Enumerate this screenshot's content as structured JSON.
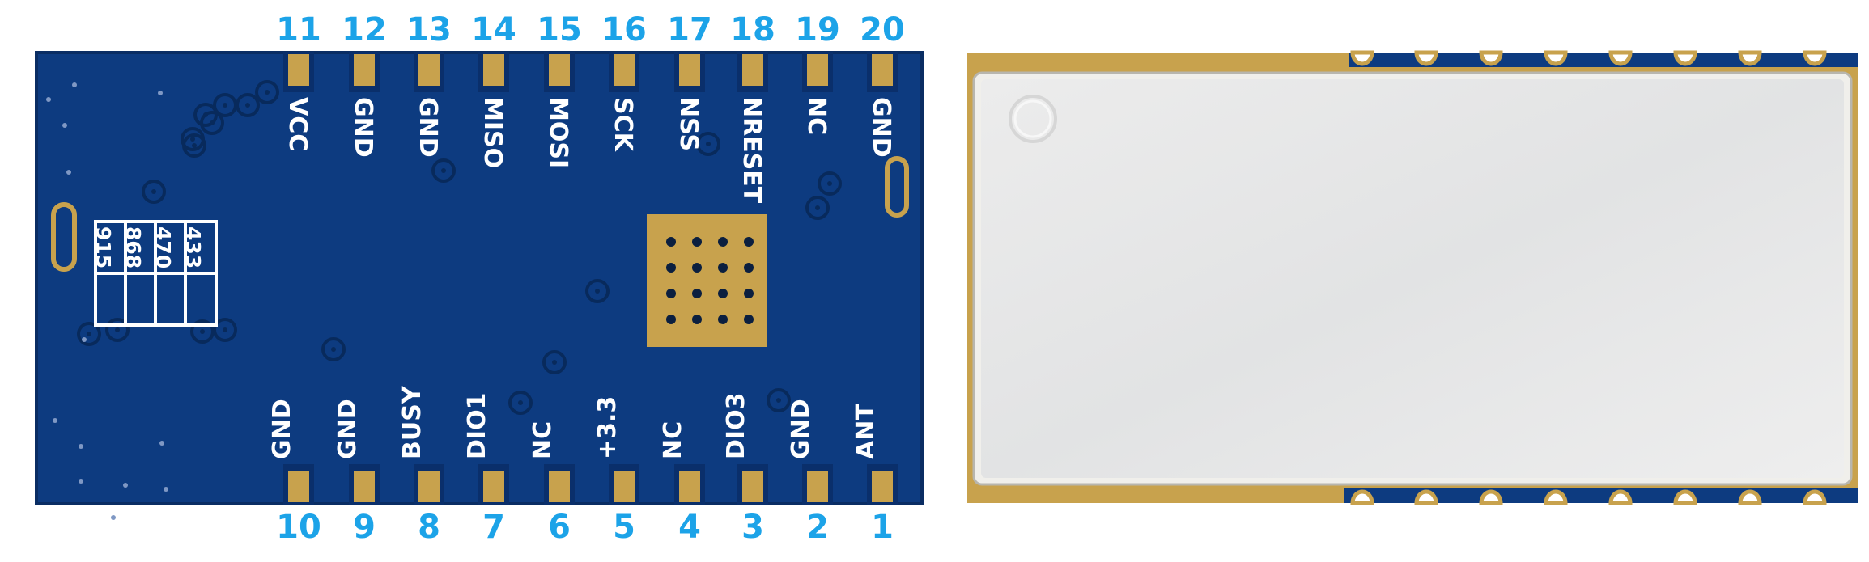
{
  "top_pins": [
    {
      "number": "11",
      "label": "VCC"
    },
    {
      "number": "12",
      "label": "GND"
    },
    {
      "number": "13",
      "label": "GND"
    },
    {
      "number": "14",
      "label": "MISO"
    },
    {
      "number": "15",
      "label": "MOSI"
    },
    {
      "number": "16",
      "label": "SCK"
    },
    {
      "number": "17",
      "label": "NSS"
    },
    {
      "number": "18",
      "label": "NRESET"
    },
    {
      "number": "19",
      "label": "NC"
    },
    {
      "number": "20",
      "label": "GND"
    }
  ],
  "bottom_pins": [
    {
      "number": "10",
      "label": "GND"
    },
    {
      "number": "9",
      "label": "GND"
    },
    {
      "number": "8",
      "label": "BUSY"
    },
    {
      "number": "7",
      "label": "DIO1"
    },
    {
      "number": "6",
      "label": "NC"
    },
    {
      "number": "5",
      "label": "+3.3"
    },
    {
      "number": "4",
      "label": "NC"
    },
    {
      "number": "3",
      "label": "DIO3"
    },
    {
      "number": "2",
      "label": "GND"
    },
    {
      "number": "1",
      "label": "ANT"
    }
  ],
  "frequency_table": [
    "433",
    "470",
    "868",
    "915"
  ],
  "colors": {
    "pin_number": "#1ca3e8",
    "pcb_blue": "#0d3b80",
    "gold_pad": "#c8a24d",
    "silkscreen": "#ffffff",
    "shield_silver": "#e6e7e8"
  }
}
